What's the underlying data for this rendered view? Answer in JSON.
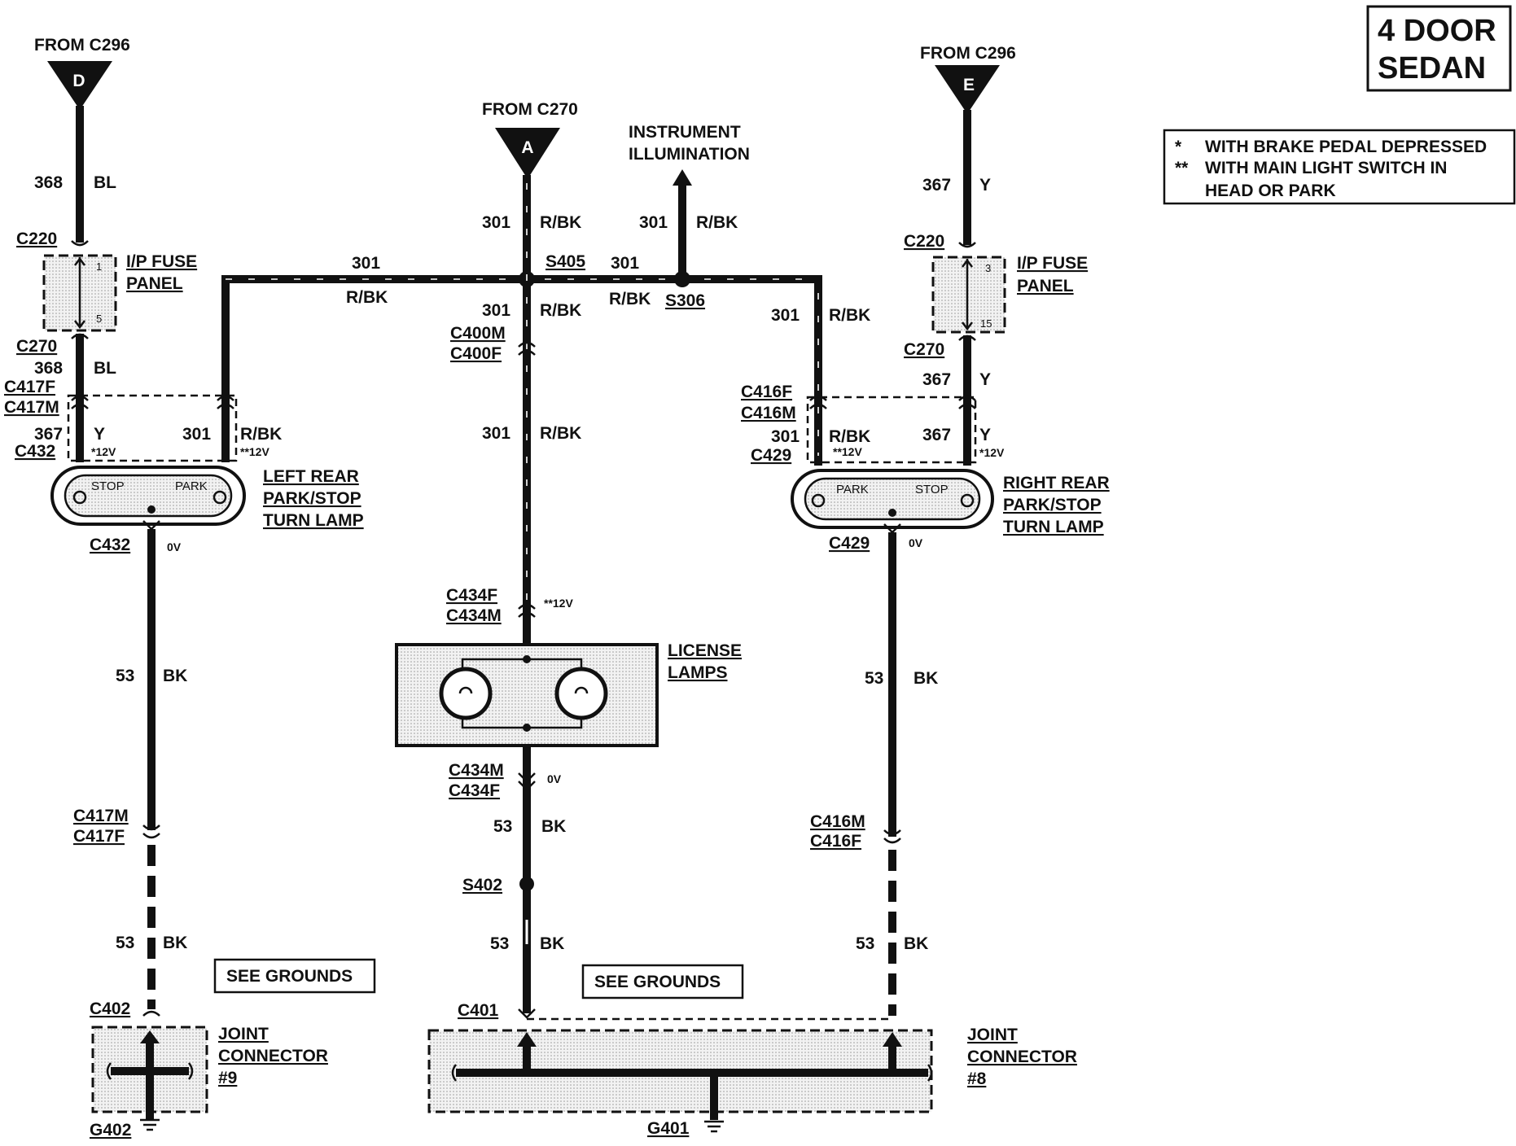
{
  "title_box": {
    "line1": "4 DOOR",
    "line2": "SEDAN"
  },
  "legend": {
    "line1_mark": "*",
    "line1_text": "WITH BRAKE PEDAL DEPRESSED",
    "line2_mark": "**",
    "line2_text": "WITH MAIN LIGHT SWITCH IN",
    "line3_text": "HEAD OR PARK"
  },
  "sources": {
    "left": {
      "label": "FROM C296",
      "letter": "D"
    },
    "center": {
      "label": "FROM C270",
      "letter": "A"
    },
    "right": {
      "label": "FROM C296",
      "letter": "E"
    },
    "instrument_line1": "INSTRUMENT",
    "instrument_line2": "ILLUMINATION"
  },
  "wires": {
    "c368": "368",
    "bl": "BL",
    "c367": "367",
    "y": "Y",
    "c301": "301",
    "rbk": "R/BK",
    "c53": "53",
    "bk": "BK"
  },
  "connectors": {
    "c220": "C220",
    "c270": "C270",
    "c417f": "C417F",
    "c417m": "C417M",
    "c432": "C432",
    "c416f": "C416F",
    "c416m": "C416M",
    "c429": "C429",
    "c400m": "C400M",
    "c400f": "C400F",
    "c434f": "C434F",
    "c434m": "C434M",
    "s405": "S405",
    "s306": "S306",
    "s402": "S402",
    "c402": "C402",
    "c401": "C401",
    "g402": "G402",
    "g401": "G401"
  },
  "fuse_panel": {
    "line1": "I/P FUSE",
    "line2": "PANEL",
    "left_pin_in": "1",
    "left_pin_out": "5",
    "right_pin_in": "3",
    "right_pin_out": "15"
  },
  "voltages": {
    "v12_star": "*12V",
    "v12_dstar": "**12V",
    "v0": "0V"
  },
  "lamps": {
    "left_line1": "LEFT REAR",
    "left_line2": "PARK/STOP",
    "left_line3": "TURN LAMP",
    "right_line1": "RIGHT REAR",
    "right_line2": "PARK/STOP",
    "right_line3": "TURN LAMP",
    "stop": "STOP",
    "park": "PARK",
    "license_line1": "LICENSE",
    "license_line2": "LAMPS"
  },
  "grounds": {
    "see_grounds": "SEE GROUNDS"
  },
  "joints": {
    "line1": "JOINT",
    "line2": "CONNECTOR",
    "left_num": "#9",
    "right_num": "#8"
  }
}
